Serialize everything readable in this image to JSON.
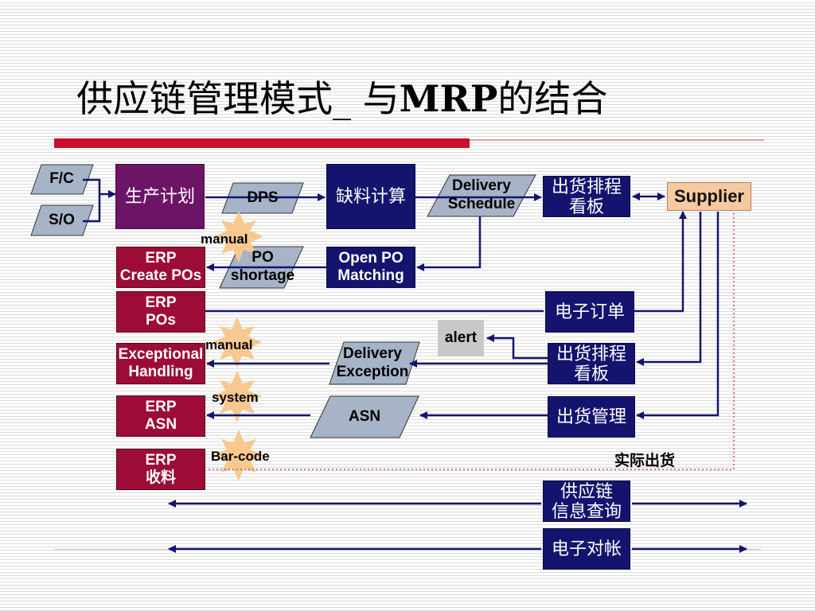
{
  "slide": {
    "title_prefix": "供应链管理模式",
    "title_underscore": "_",
    "title_mid": " 与",
    "title_mrp": "MRP",
    "title_suffix": "的结合"
  },
  "diagram": {
    "fc": "F/C",
    "so": "S/O",
    "production_plan": "生产计划",
    "dps": "DPS",
    "shortage_calc": "缺料计算",
    "delivery_schedule": "Delivery\nSchedule",
    "shipping_board_top": "出货排程\n看板",
    "supplier": "Supplier",
    "manual_1": "manual",
    "manual_2": "manual",
    "system": "system",
    "barcode": "Bar-code",
    "erp_create_pos": "ERP\nCreate POs",
    "po_shortage": "PO\nshortage",
    "open_po_matching": "Open PO\nMatching",
    "erp_pos": "ERP\nPOs",
    "e_order": "电子订单",
    "alert": "alert",
    "exceptional_handling": "Exceptional\nHandling",
    "delivery_exception": "Delivery\nException",
    "shipping_board_mid": "出货排程\n看板",
    "erp_asn": "ERP\nASN",
    "asn": "ASN",
    "shipping_mgmt": "出货管理",
    "erp_receiving": "ERP\n收料",
    "actual_shipment": "实际出货",
    "sc_info_query": "供应链\n信息查询",
    "e_reconciliation": "电子对帐"
  },
  "colors": {
    "title_bar": "#c8102e",
    "purple_box": "#6c1466",
    "navy_box": "#14146e",
    "maroon_box": "#9c0c36",
    "supplier_box": "#f7c9a0",
    "parallelogram": "#a7b4c8",
    "starburst": "#f8c890",
    "arrow": "#14146e",
    "dotted_link": "#c0506a"
  }
}
